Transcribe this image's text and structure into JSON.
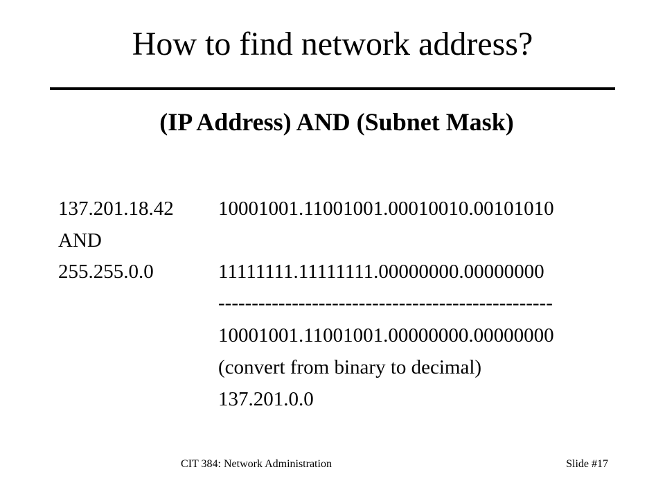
{
  "slide": {
    "title": "How to find network address?",
    "subtitle": "(IP Address) AND (Subnet Mask)",
    "calculation": {
      "ip_decimal": "137.201.18.42",
      "ip_binary": "10001001.11001001.00010010.00101010",
      "operator": "AND",
      "mask_decimal": "255.255.0.0",
      "mask_binary": "11111111.11111111.00000000.00000000",
      "separator": "--------------------------------------------------",
      "result_binary": "10001001.11001001.00000000.00000000",
      "note": "(convert from binary to decimal)",
      "result_decimal": "137.201.0.0"
    },
    "footer": {
      "course": "CIT 384: Network Administration",
      "slide_number": "Slide #17"
    }
  }
}
